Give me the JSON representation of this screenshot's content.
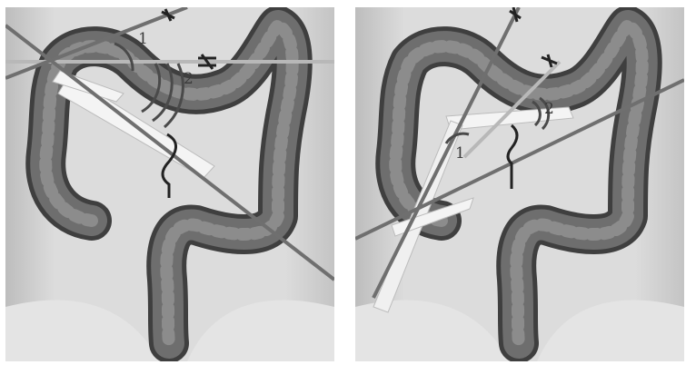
{
  "panels": [
    {
      "angle_labels": [
        "1",
        "2"
      ]
    },
    {
      "angle_labels": [
        "1",
        "2"
      ]
    }
  ],
  "colors": {
    "background": "#ffffff",
    "body_skin": "#d6d6d6",
    "colon": "#6e6e6e",
    "colon_shadow": "#3f3f3f",
    "line": "#6f6f6f",
    "light_line": "#b8b8b8",
    "instrument": "#f4f4f4",
    "arc": "#4a4a4a"
  },
  "icons": [
    "cut-mark-icon",
    "staple-mark-icon",
    "hand-icon"
  ]
}
